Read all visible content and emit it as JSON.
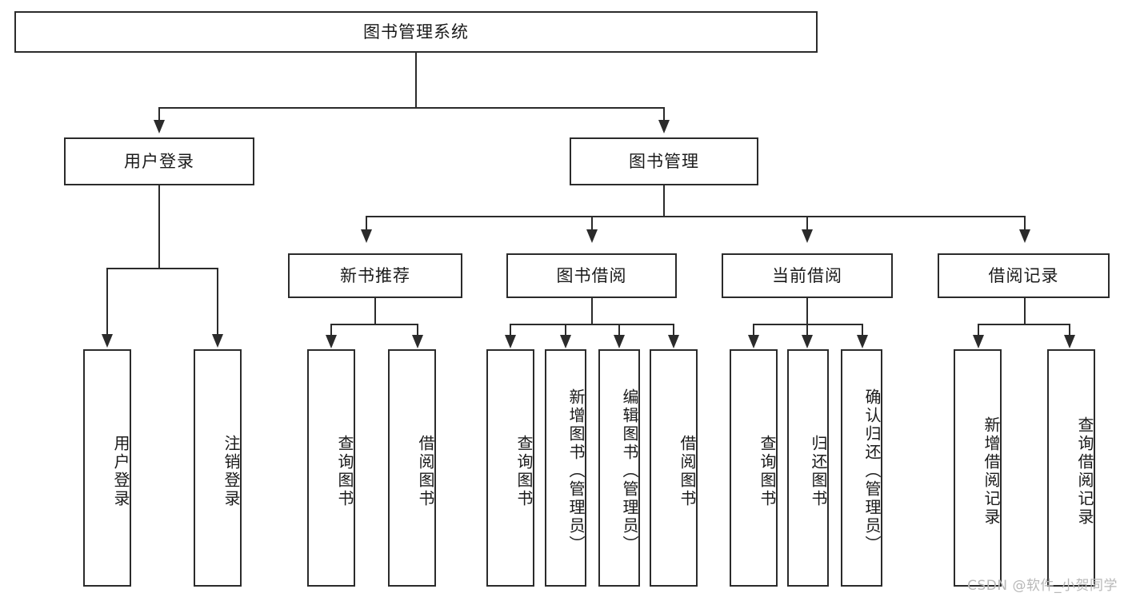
{
  "diagram": {
    "title": "图书管理系统",
    "type": "tree-hierarchy",
    "root": {
      "label": "图书管理系统"
    },
    "level2": [
      {
        "id": "user-login",
        "label": "用户登录"
      },
      {
        "id": "book-management",
        "label": "图书管理"
      }
    ],
    "level3": [
      {
        "id": "new-book-recommend",
        "label": "新书推荐",
        "parent": "book-management"
      },
      {
        "id": "book-borrow",
        "label": "图书借阅",
        "parent": "book-management"
      },
      {
        "id": "current-borrow",
        "label": "当前借阅",
        "parent": "book-management"
      },
      {
        "id": "borrow-record",
        "label": "借阅记录",
        "parent": "book-management"
      }
    ],
    "leaves": {
      "user-login": [
        {
          "id": "leaf-user-login",
          "label": "用户登录"
        },
        {
          "id": "leaf-user-logout",
          "label": "注销登录"
        }
      ],
      "new-book-recommend": [
        {
          "id": "leaf-query-book-1",
          "label": "查询图书"
        },
        {
          "id": "leaf-borrow-book-1",
          "label": "借阅图书"
        }
      ],
      "book-borrow": [
        {
          "id": "leaf-query-book-2",
          "label": "查询图书"
        },
        {
          "id": "leaf-add-book",
          "label": "新增图书（管理员）"
        },
        {
          "id": "leaf-edit-book",
          "label": "编辑图书（管理员）"
        },
        {
          "id": "leaf-borrow-book-2",
          "label": "借阅图书"
        }
      ],
      "current-borrow": [
        {
          "id": "leaf-query-book-3",
          "label": "查询图书"
        },
        {
          "id": "leaf-return-book",
          "label": "归还图书"
        },
        {
          "id": "leaf-confirm-return",
          "label": "确认归还（管理员）"
        }
      ],
      "borrow-record": [
        {
          "id": "leaf-add-record",
          "label": "新增借阅记录"
        },
        {
          "id": "leaf-query-record",
          "label": "查询借阅记录"
        }
      ]
    }
  },
  "watermark": {
    "text": "CSDN @软件_小贺同学"
  },
  "colors": {
    "stroke": "#2b2b2b",
    "fill": "#ffffff",
    "text": "#1a1a1a",
    "watermark": "#b8b8b8"
  }
}
